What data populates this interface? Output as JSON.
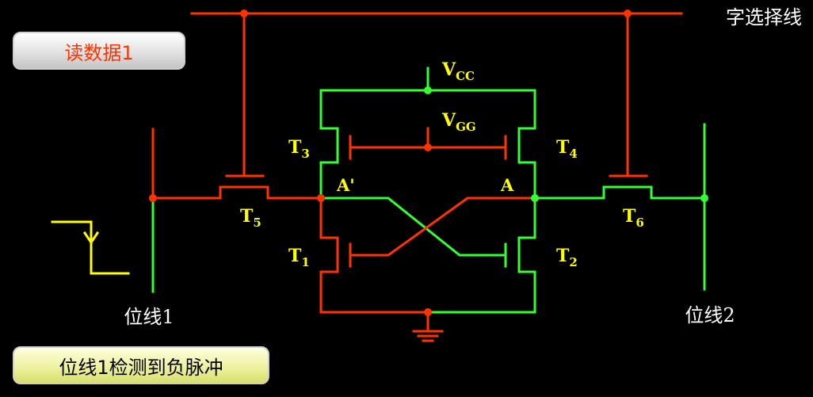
{
  "title_box": {
    "label": "读数据1"
  },
  "status_box": {
    "label": "位线1检测到负脉冲"
  },
  "labels": {
    "word_line": "字选择线",
    "bit_line_1": "位线1",
    "bit_line_2": "位线2",
    "vcc_main": "V",
    "vcc_sub": "CC",
    "vgg_main": "V",
    "vgg_sub": "GG",
    "t1_main": "T",
    "t1_sub": "1",
    "t2_main": "T",
    "t2_sub": "2",
    "t3_main": "T",
    "t3_sub": "3",
    "t4_main": "T",
    "t4_sub": "4",
    "t5_main": "T",
    "t5_sub": "5",
    "t6_main": "T",
    "t6_sub": "6",
    "node_a_prime": "A'",
    "node_a": "A"
  },
  "colors": {
    "background": "#000000",
    "red_wire": "#ff3300",
    "green_wire": "#33ff33",
    "label_yellow": "#ffff00",
    "label_white": "#ffffff",
    "title_text": "#ff3300",
    "status_text": "#000000"
  }
}
